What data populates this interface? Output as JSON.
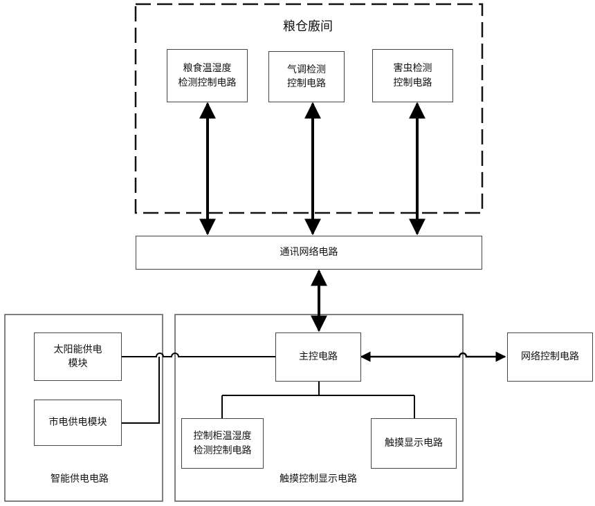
{
  "granary": {
    "title": "粮仓廒间",
    "grain_box": "粮食温湿度\n检测控制电路",
    "air_box": "气调检测\n控制电路",
    "pest_box": "害虫检测\n控制电路"
  },
  "comm_box": "通讯网络电路",
  "power": {
    "title": "智能供电电路",
    "solar_box": "太阳能供电\n模块",
    "mains_box": "市电供电模块"
  },
  "touch": {
    "title": "触摸控制显示电路",
    "main_box": "主控电路",
    "cabinet_box": "控制柜温湿度\n检测控制电路",
    "display_box": "触摸显示电路"
  },
  "network_box": "网络控制电路"
}
